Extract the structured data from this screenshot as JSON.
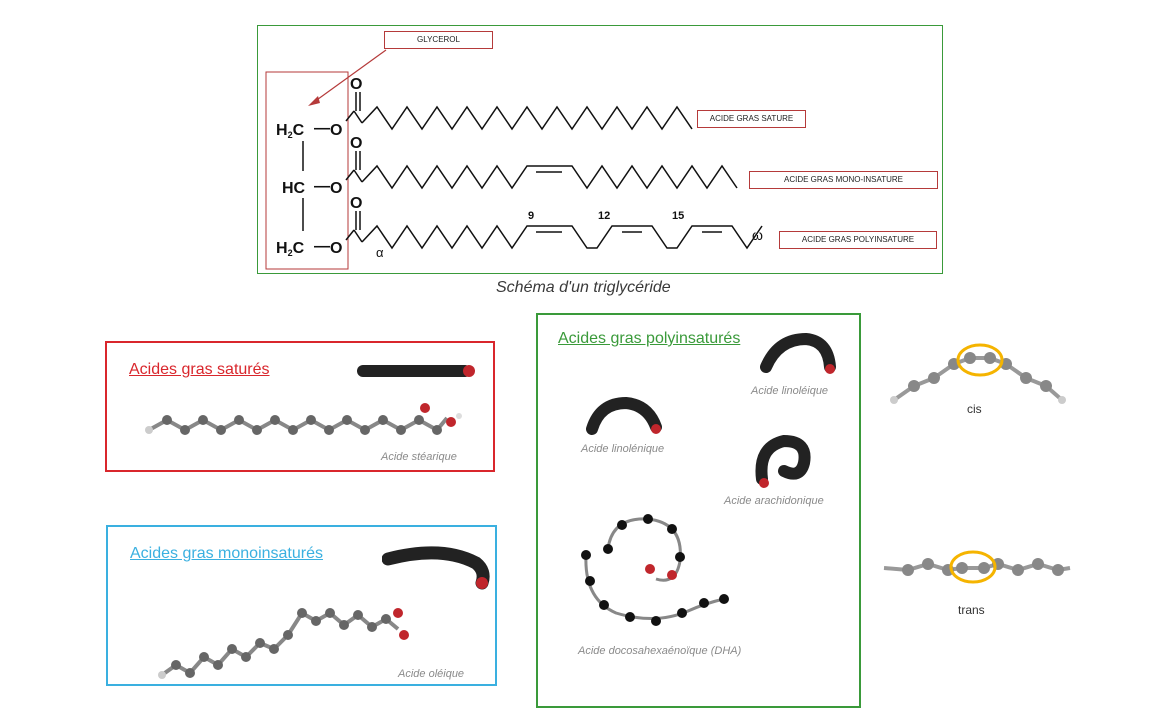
{
  "triglyceride": {
    "glycerol_label": "GLYCEROL",
    "sature_label": "ACIDE GRAS SATURE",
    "mono_label": "ACIDE GRAS MONO-INSATURE",
    "poly_label": "ACIDE GRAS POLYINSATURE",
    "atoms": {
      "h2c": "H",
      "h2c_sub": "2",
      "h2c_c": "C",
      "hc": "HC",
      "o": "O",
      "dash": "—"
    },
    "positions": [
      "9",
      "12",
      "15"
    ],
    "alpha": "α",
    "omega": "ω",
    "caption": "Schéma d'un triglycéride"
  },
  "satures": {
    "title": "Acides gras saturés",
    "molecule": "Acide stéarique"
  },
  "monoinsatures": {
    "title": "Acides gras monoinsaturés",
    "molecule": "Acide oléique"
  },
  "polyinsatures": {
    "title": "Acides gras polyinsaturés",
    "molecules": [
      "Acide linoléique",
      "Acide linolénique",
      "Acide arachidonique",
      "Acide docosahexaénoïque (DHA)"
    ]
  },
  "isomers": {
    "cis": "cis",
    "trans": "trans"
  },
  "colors": {
    "red": "#d9262c",
    "blue": "#3ab0e0",
    "green": "#3a9a3a",
    "highlight": "#f5b400"
  }
}
